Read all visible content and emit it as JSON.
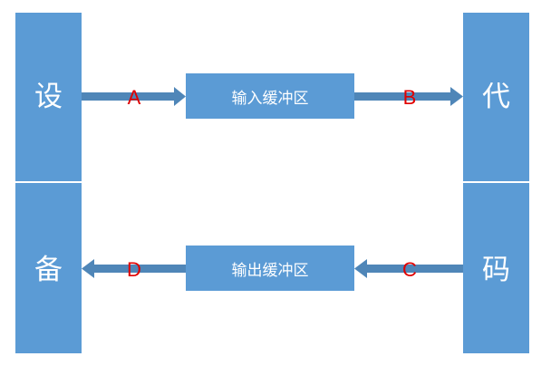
{
  "device": {
    "char_top": "设",
    "char_bottom": "备"
  },
  "code": {
    "char_top": "代",
    "char_bottom": "码"
  },
  "buffers": {
    "input": "输入缓冲区",
    "output": "输出缓冲区"
  },
  "arrows": {
    "a": "A",
    "b": "B",
    "c": "C",
    "d": "D"
  },
  "colors": {
    "box_fill": "#5b9bd5",
    "arrow_fill": "#4f86b8",
    "label_color": "#e00000",
    "text_color": "#ffffff"
  }
}
